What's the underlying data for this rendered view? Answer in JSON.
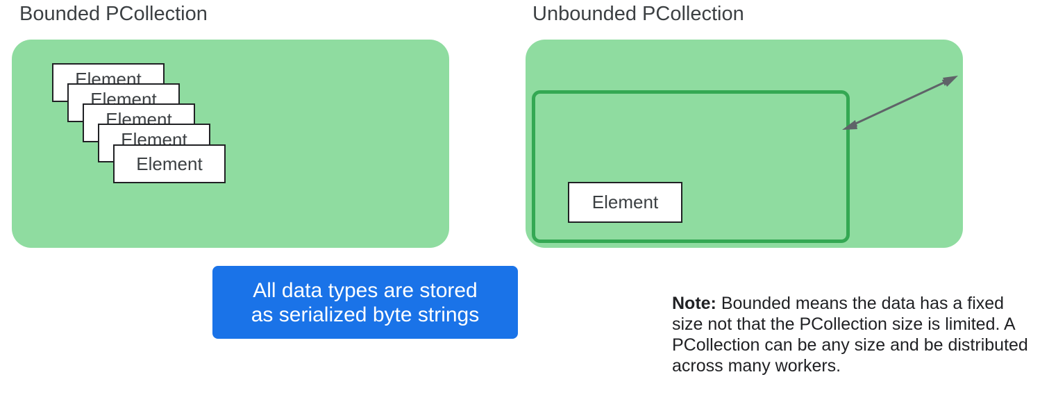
{
  "bounded": {
    "title": "Bounded PCollection",
    "elements": [
      "Element",
      "Element",
      "Element",
      "Element",
      "Element"
    ]
  },
  "unbounded": {
    "title": "Unbounded PCollection",
    "element": "Element"
  },
  "callout": {
    "line1": "All data types are stored",
    "line2": "as serialized byte strings"
  },
  "note": {
    "label": "Note:",
    "text": "Bounded means the data has a fixed size not that the PCollection size is limited. A PCollection can be any size and be distributed across many workers."
  },
  "colors": {
    "panel": "#8fdca0",
    "window_border": "#34a853",
    "callout": "#1a73e8",
    "arrow": "#5f6368"
  }
}
